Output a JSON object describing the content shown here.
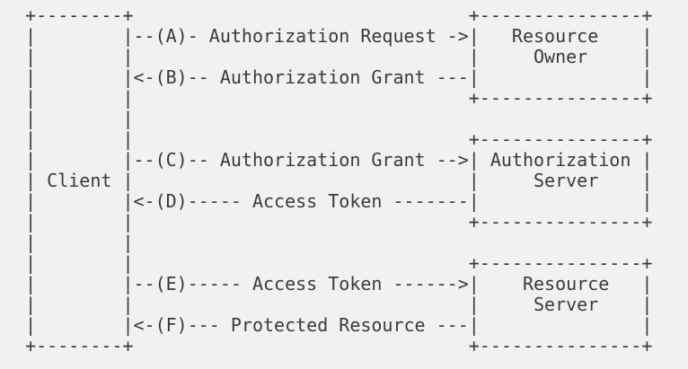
{
  "colors": {
    "background": "#f1f1ef",
    "text": "#3a3a3a"
  },
  "figure": {
    "lines": [
      "  +--------+                               +---------------+",
      "  |        |--(A)- Authorization Request ->|   Resource    |",
      "  |        |                               |     Owner     |",
      "  |        |<-(B)-- Authorization Grant ---|               |",
      "  |        |                               +---------------+",
      "  |        |",
      "  |        |                               +---------------+",
      "  |        |--(C)-- Authorization Grant -->| Authorization |",
      "  | Client |                               |     Server    |",
      "  |        |<-(D)----- Access Token -------|               |",
      "  |        |                               +---------------+",
      "  |        |",
      "  |        |                               +---------------+",
      "  |        |--(E)----- Access Token ------>|    Resource   |",
      "  |        |                               |     Server    |",
      "  |        |<-(F)--- Protected Resource ---|               |",
      "  +--------+                               +---------------+"
    ],
    "entities": [
      "Client",
      "Resource Owner",
      "Authorization Server",
      "Resource Server"
    ],
    "steps": [
      {
        "id": "A",
        "label": "Authorization Request",
        "from": "Client",
        "to": "Resource Owner"
      },
      {
        "id": "B",
        "label": "Authorization Grant",
        "from": "Resource Owner",
        "to": "Client"
      },
      {
        "id": "C",
        "label": "Authorization Grant",
        "from": "Client",
        "to": "Authorization Server"
      },
      {
        "id": "D",
        "label": "Access Token",
        "from": "Authorization Server",
        "to": "Client"
      },
      {
        "id": "E",
        "label": "Access Token",
        "from": "Client",
        "to": "Resource Server"
      },
      {
        "id": "F",
        "label": "Protected Resource",
        "from": "Resource Server",
        "to": "Client"
      }
    ]
  }
}
